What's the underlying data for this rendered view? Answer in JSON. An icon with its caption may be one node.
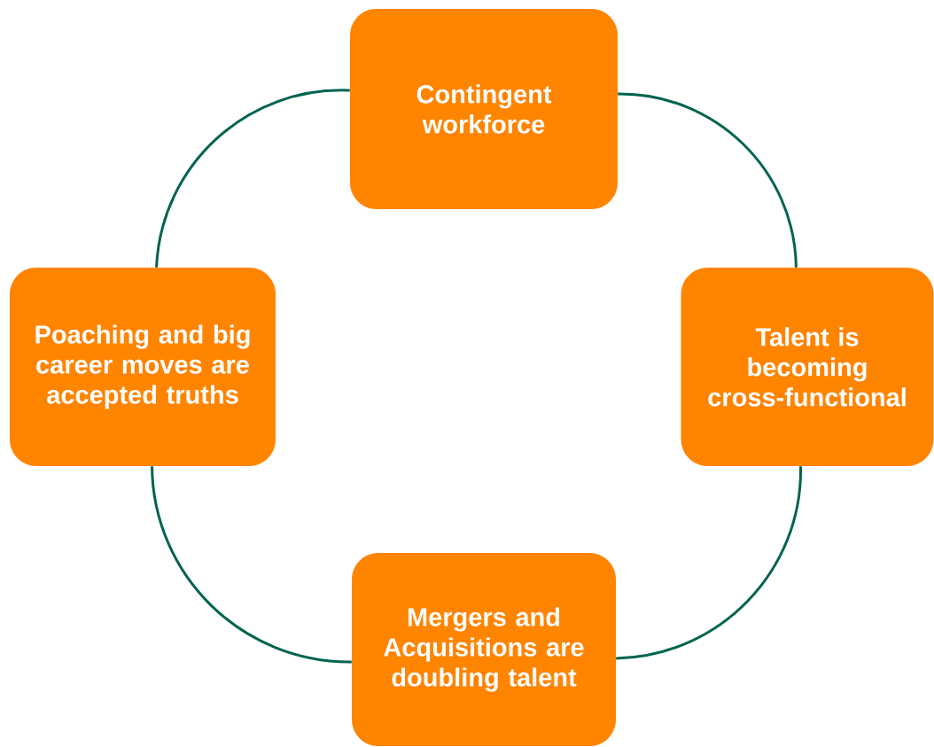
{
  "diagram": {
    "nodes": [
      {
        "text": [
          "Contingent workforce"
        ]
      },
      {
        "text": [
          "Talent is becoming cross-functional"
        ]
      },
      {
        "text": [
          "Mergers and Acquisitions are doubling talent"
        ]
      },
      {
        "text": [
          "Poaching and big career moves are accepted truths"
        ]
      }
    ],
    "edges": [
      {
        "from": 0,
        "to": 1,
        "arrow": "none"
      },
      {
        "from": 1,
        "to": 2,
        "arrow": "none"
      },
      {
        "from": 2,
        "to": 3,
        "arrow": "none"
      },
      {
        "from": 3,
        "to": 0,
        "arrow": "none"
      }
    ]
  }
}
